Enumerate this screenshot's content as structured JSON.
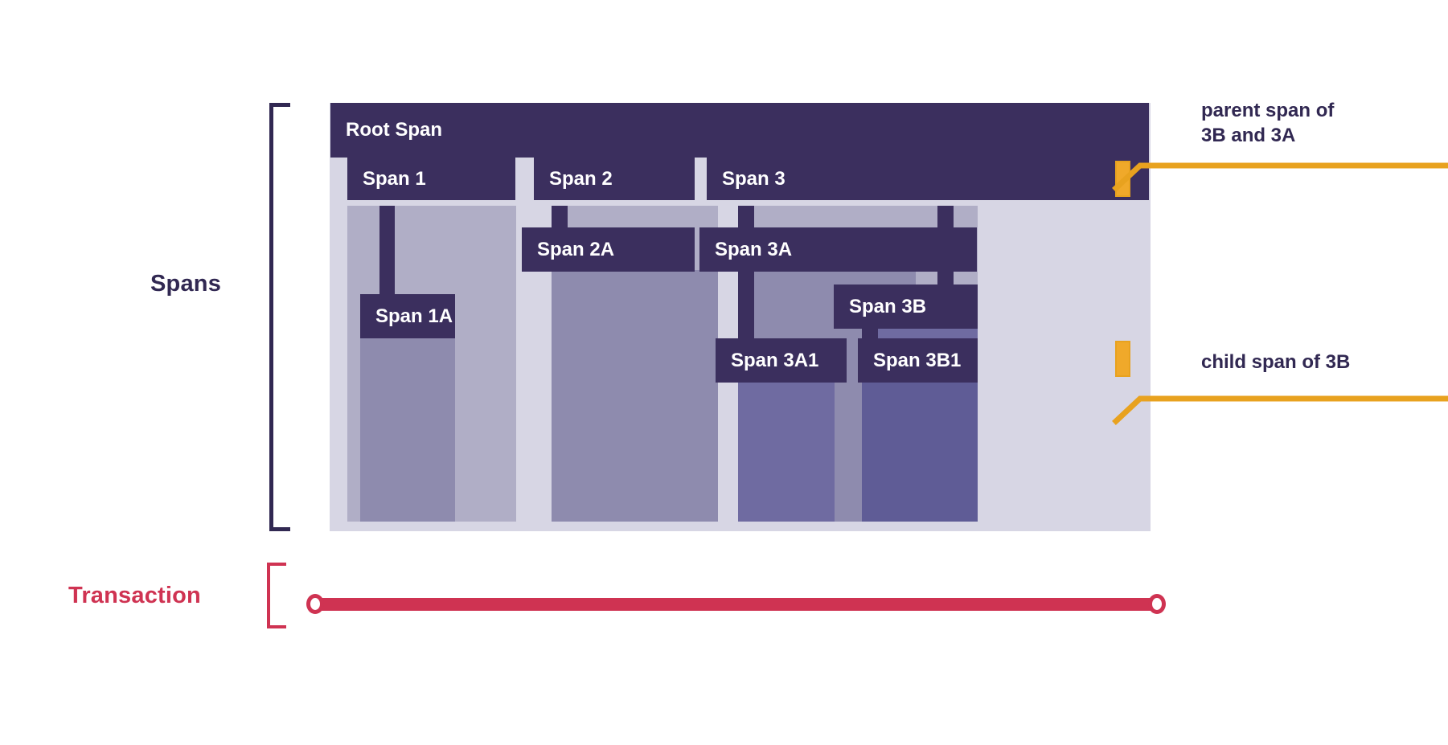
{
  "page": {
    "title": "Spans and Transaction distributed tracing diagram",
    "background": "#ffffff"
  },
  "colors": {
    "span_dark": "#3b2f5e",
    "ink": "#312852",
    "transaction_red": "#cf3352",
    "highlight_orange": "#f0a92a",
    "shell_pale": "#d7d6e4",
    "body_level1": "#b0aec6",
    "body_level2": "#8e8bae",
    "body_level3": "#6f6ba1",
    "body_level4": "#5f5c96"
  },
  "groups": {
    "spans": {
      "label": "Spans",
      "bracket": "square-bracket-left"
    },
    "transaction": {
      "label": "Transaction",
      "bracket": "square-bracket-left"
    }
  },
  "spans": [
    {
      "id": "root",
      "label": "Root Span",
      "depth": 0
    },
    {
      "id": "s1",
      "label": "Span 1",
      "depth": 1
    },
    {
      "id": "s1a",
      "label": "Span 1A",
      "depth": 2
    },
    {
      "id": "s2",
      "label": "Span 2",
      "depth": 1
    },
    {
      "id": "s2a",
      "label": "Span 2A",
      "depth": 2
    },
    {
      "id": "s3",
      "label": "Span 3",
      "depth": 1
    },
    {
      "id": "s3a",
      "label": "Span 3A",
      "depth": 2
    },
    {
      "id": "s3a1",
      "label": "Span 3A1",
      "depth": 3
    },
    {
      "id": "s3b",
      "label": "Span 3B",
      "depth": 2
    },
    {
      "id": "s3b1",
      "label": "Span 3B1",
      "depth": 3
    }
  ],
  "callouts": [
    {
      "id": "parent-callout",
      "text": "parent span of\n3B and 3A",
      "target_span": "Span 3",
      "marker": "orange-highlight"
    },
    {
      "id": "child-callout",
      "text": "child span of 3B",
      "target_span": "Span 3B1",
      "marker": "orange-highlight"
    }
  ],
  "transaction": {
    "label": "Transaction",
    "start_cap": "circle",
    "end_cap": "circle",
    "bar_color": "#cf3352"
  }
}
